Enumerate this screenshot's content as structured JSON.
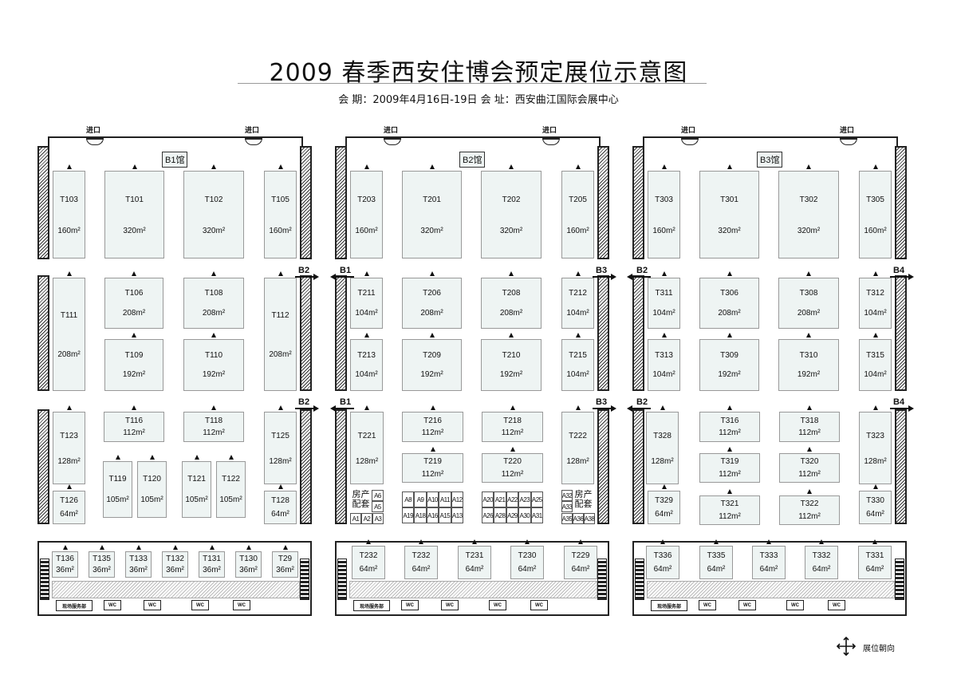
{
  "title": "2009 春季西安住博会预定展位示意图",
  "subtitle": "会 期：2009年4月16日-19日    会 址：西安曲江国际会展中心",
  "entry_label": "进口",
  "service_label": "现场服务部",
  "wc_label": "WC",
  "legend": {
    "icon": "four-way-arrow-icon",
    "label": "展位朝向"
  },
  "halls": [
    {
      "label": "B1馆",
      "corridor_left": "",
      "corridor_right": "B2",
      "booths": [
        {
          "id": "T103",
          "area": "160m²"
        },
        {
          "id": "T101",
          "area": "320m²"
        },
        {
          "id": "T102",
          "area": "320m²"
        },
        {
          "id": "T105",
          "area": "160m²"
        },
        {
          "id": "T111",
          "area": "208m²"
        },
        {
          "id": "T106",
          "area": "208m²"
        },
        {
          "id": "T108",
          "area": "208m²"
        },
        {
          "id": "T112",
          "area": "208m²"
        },
        {
          "id": "T109",
          "area": "192m²"
        },
        {
          "id": "T110",
          "area": "192m²"
        },
        {
          "id": "T123",
          "area": "128m²"
        },
        {
          "id": "T116",
          "area": "112m²"
        },
        {
          "id": "T118",
          "area": "112m²"
        },
        {
          "id": "T125",
          "area": "128m²"
        },
        {
          "id": "T119",
          "area": "105m²"
        },
        {
          "id": "T120",
          "area": "105m²"
        },
        {
          "id": "T121",
          "area": "105m²"
        },
        {
          "id": "T122",
          "area": "105m²"
        },
        {
          "id": "T126",
          "area": "64m²"
        },
        {
          "id": "T128",
          "area": "64m²"
        },
        {
          "id": "T136",
          "area": "36m²"
        },
        {
          "id": "T135",
          "area": "36m²"
        },
        {
          "id": "T133",
          "area": "36m²"
        },
        {
          "id": "T132",
          "area": "36m²"
        },
        {
          "id": "T131",
          "area": "36m²"
        },
        {
          "id": "T130",
          "area": "36m²"
        },
        {
          "id": "T29",
          "area": "36m²"
        }
      ]
    },
    {
      "label": "B2馆",
      "corridor_left": "B1",
      "corridor_right": "B3",
      "booths": [
        {
          "id": "T203",
          "area": "160m²"
        },
        {
          "id": "T201",
          "area": "320m²"
        },
        {
          "id": "T202",
          "area": "320m²"
        },
        {
          "id": "T205",
          "area": "160m²"
        },
        {
          "id": "T211",
          "area": "104m²"
        },
        {
          "id": "T206",
          "area": "208m²"
        },
        {
          "id": "T208",
          "area": "208m²"
        },
        {
          "id": "T212",
          "area": "104m²"
        },
        {
          "id": "T213",
          "area": "104m²"
        },
        {
          "id": "T209",
          "area": "192m²"
        },
        {
          "id": "T210",
          "area": "192m²"
        },
        {
          "id": "T215",
          "area": "104m²"
        },
        {
          "id": "T221",
          "area": "128m²"
        },
        {
          "id": "T216",
          "area": "112m²"
        },
        {
          "id": "T218",
          "area": "112m²"
        },
        {
          "id": "T222",
          "area": "128m²"
        },
        {
          "id": "T219",
          "area": "112m²"
        },
        {
          "id": "T220",
          "area": "112m²"
        },
        {
          "id": "T232",
          "area": "64m²"
        },
        {
          "id": "T232",
          "area": "64m²"
        },
        {
          "id": "T231",
          "area": "64m²"
        },
        {
          "id": "T230",
          "area": "64m²"
        },
        {
          "id": "T229",
          "area": "64m²"
        }
      ],
      "a_blocks": {
        "group_label": "房产配套",
        "left_cells": [
          "A6",
          "A5",
          "A1",
          "A2",
          "A3"
        ],
        "grid1": [
          "A8",
          "A9",
          "A10",
          "A11",
          "A12",
          "A19",
          "A18",
          "A16",
          "A15",
          "A13"
        ],
        "grid2": [
          "A20",
          "A21",
          "A22",
          "A23",
          "A25",
          "A26",
          "A28",
          "A29",
          "A30",
          "A31"
        ],
        "right_cells": [
          "A32",
          "A33",
          "A35",
          "A36",
          "A38"
        ]
      }
    },
    {
      "label": "B3馆",
      "corridor_left": "B2",
      "corridor_right": "B4",
      "booths": [
        {
          "id": "T303",
          "area": "160m²"
        },
        {
          "id": "T301",
          "area": "320m²"
        },
        {
          "id": "T302",
          "area": "320m²"
        },
        {
          "id": "T305",
          "area": "160m²"
        },
        {
          "id": "T311",
          "area": "104m²"
        },
        {
          "id": "T306",
          "area": "208m²"
        },
        {
          "id": "T308",
          "area": "208m²"
        },
        {
          "id": "T312",
          "area": "104m²"
        },
        {
          "id": "T313",
          "area": "104m²"
        },
        {
          "id": "T309",
          "area": "192m²"
        },
        {
          "id": "T310",
          "area": "192m²"
        },
        {
          "id": "T315",
          "area": "104m²"
        },
        {
          "id": "T328",
          "area": "128m²"
        },
        {
          "id": "T316",
          "area": "112m²"
        },
        {
          "id": "T318",
          "area": "112m²"
        },
        {
          "id": "T323",
          "area": "128m²"
        },
        {
          "id": "T319",
          "area": "112m²"
        },
        {
          "id": "T320",
          "area": "112m²"
        },
        {
          "id": "T329",
          "area": "64m²"
        },
        {
          "id": "T321",
          "area": "112m²"
        },
        {
          "id": "T322",
          "area": "112m²"
        },
        {
          "id": "T330",
          "area": "64m²"
        },
        {
          "id": "T336",
          "area": "64m²"
        },
        {
          "id": "T335",
          "area": "64m²"
        },
        {
          "id": "T333",
          "area": "64m²"
        },
        {
          "id": "T332",
          "area": "64m²"
        },
        {
          "id": "T331",
          "area": "64m²"
        }
      ]
    }
  ]
}
